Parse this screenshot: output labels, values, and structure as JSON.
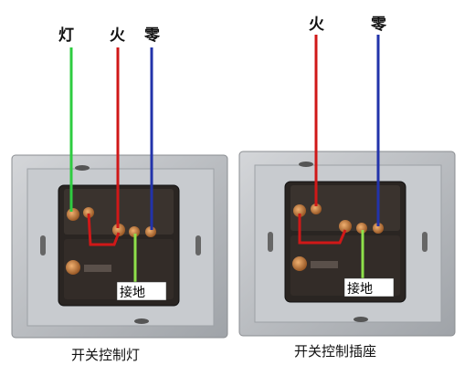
{
  "left_panel": {
    "wire_labels": {
      "lamp": "灯",
      "live": "火",
      "neutral": "零"
    },
    "ground_label": "接地",
    "caption": "开关控制灯"
  },
  "right_panel": {
    "wire_labels": {
      "live": "火",
      "neutral": "零"
    },
    "ground_label": "接地",
    "caption": "开关控制插座"
  },
  "colors": {
    "lamp_wire": "#2ecc40",
    "live_wire": "#d01818",
    "neutral_wire": "#2233aa",
    "ground_wire": "#8ee04a",
    "faceplate": "#b9bcc0",
    "housing": "#2a2522",
    "terminal": "#c87a3a"
  }
}
